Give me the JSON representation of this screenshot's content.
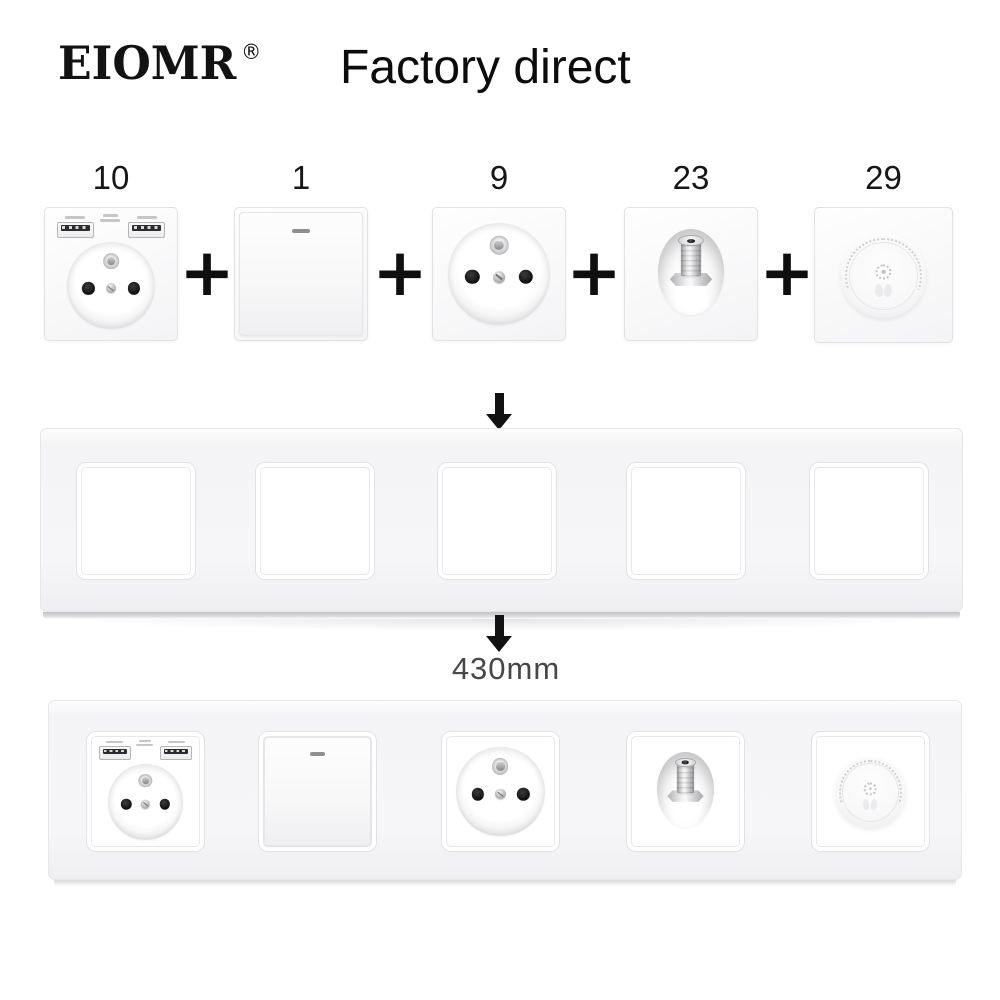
{
  "header": {
    "brand": "EIOMR",
    "registered_mark": "®",
    "title": "Factory direct"
  },
  "modules_row": {
    "plus_label": "+",
    "items": [
      {
        "number": "10",
        "type": "usb-french-socket-module"
      },
      {
        "number": "1",
        "type": "one-gang-switch-module"
      },
      {
        "number": "9",
        "type": "french-socket-module"
      },
      {
        "number": "23",
        "type": "satellite-tv-socket-module"
      },
      {
        "number": "29",
        "type": "dimmer-module"
      }
    ]
  },
  "assembly": {
    "dimension_label": "430mm",
    "frame_slots": 5
  },
  "icons": {
    "down_arrow": "down-arrow-icon",
    "plus": "plus-icon"
  },
  "colors": {
    "text": "#111111",
    "dimension_text": "#474747",
    "panel_glass": "#f6f6f8",
    "socket_hole": "#0e0e0f"
  }
}
